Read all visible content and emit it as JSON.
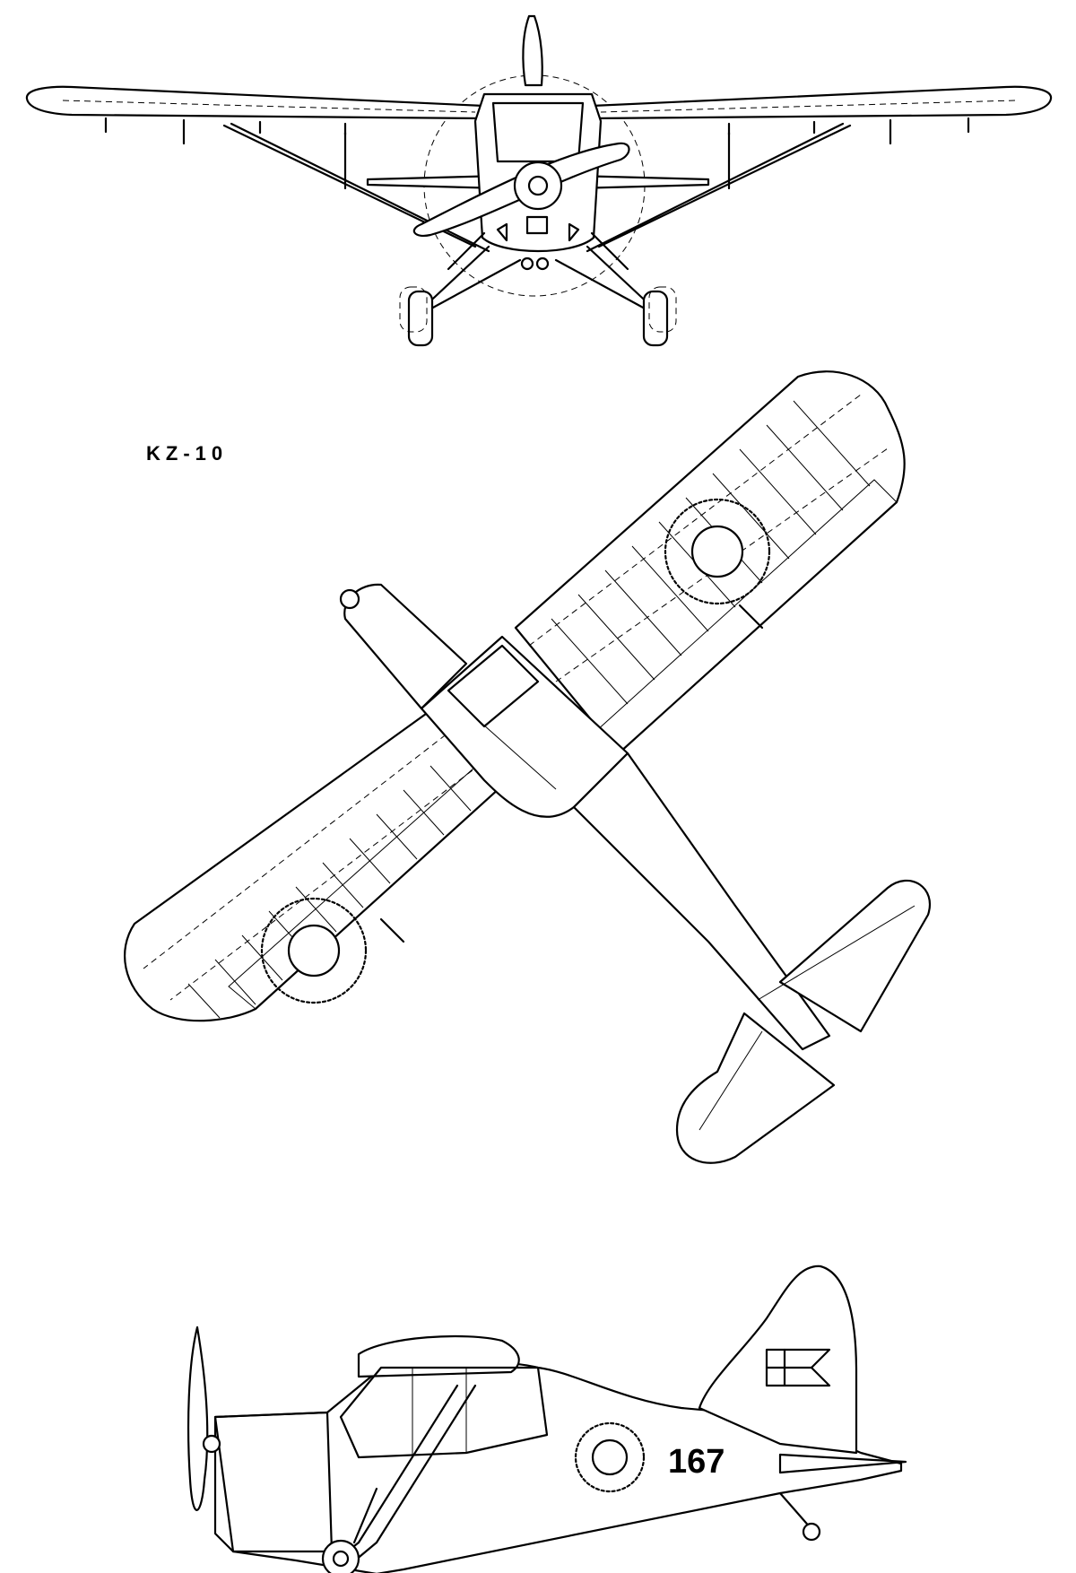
{
  "drawing": {
    "designation": "KZ-10",
    "registration": "167",
    "views": [
      "front",
      "top",
      "side"
    ],
    "line_color": "#000000",
    "background": "#ffffff"
  }
}
